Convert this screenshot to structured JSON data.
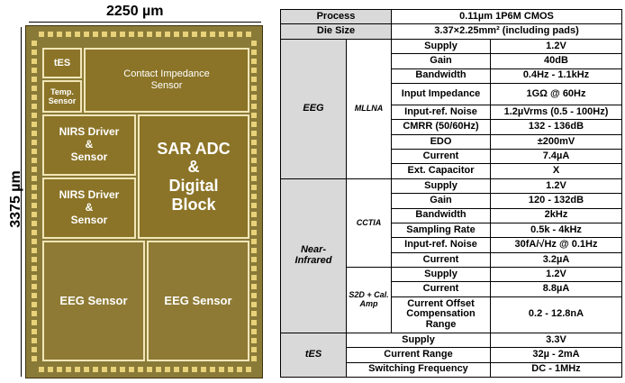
{
  "chip": {
    "width_label": "2250 µm",
    "height_label": "3375 µm",
    "blocks": {
      "tes": "tES",
      "temp_l1": "Temp.",
      "temp_l2": "Sensor",
      "contact_l1": "Contact Impedance",
      "contact_l2": "Sensor",
      "nirs1_l1": "NIRS Driver",
      "nirs1_l2": "&",
      "nirs1_l3": "Sensor",
      "nirs2_l1": "NIRS Driver",
      "nirs2_l2": "&",
      "nirs2_l3": "Sensor",
      "sar_l1": "SAR ADC",
      "sar_l2": "&",
      "sar_l3": "Digital",
      "sar_l4": "Block",
      "eeg1": "EEG Sensor",
      "eeg2": "EEG Sensor"
    }
  },
  "table": {
    "process_label": "Process",
    "process_value": "0.11µm 1P6M CMOS",
    "die_label": "Die Size",
    "die_value": "3.37×2.25mm² (including pads)",
    "eeg": {
      "category": "EEG",
      "sub": "MLLNA",
      "rows": [
        {
          "param": "Supply",
          "value": "1.2V"
        },
        {
          "param": "Gain",
          "value": "40dB"
        },
        {
          "param": "Bandwidth",
          "value": "0.4Hz - 1.1kHz"
        },
        {
          "param": "Input Impedance",
          "value": "1GΩ @ 60Hz"
        },
        {
          "param": "Input-ref. Noise",
          "value": "1.2µVrms (0.5 - 100Hz)"
        },
        {
          "param": "CMRR (50/60Hz)",
          "value": "132 - 136dB"
        },
        {
          "param": "EDO",
          "value": "±200mV"
        },
        {
          "param": "Current",
          "value": "7.4µA"
        },
        {
          "param": "Ext. Capacitor",
          "value": "X"
        }
      ]
    },
    "nir": {
      "category": "Near-Infrared",
      "sub1": "CCTIA",
      "rows1": [
        {
          "param": "Supply",
          "value": "1.2V"
        },
        {
          "param": "Gain",
          "value": "120 - 132dB"
        },
        {
          "param": "Bandwidth",
          "value": "2kHz"
        },
        {
          "param": "Sampling Rate",
          "value": "0.5k - 4kHz"
        },
        {
          "param": "Input-ref. Noise",
          "value": "30fA/√Hz @ 0.1Hz"
        },
        {
          "param": "Current",
          "value": "3.2µA"
        }
      ],
      "sub2": "S2D + Cal. Amp",
      "rows2": [
        {
          "param": "Supply",
          "value": "1.2V"
        },
        {
          "param": "Current",
          "value": "8.8µA"
        },
        {
          "param": "Current Offset Compensation Range",
          "value": "0.2 - 12.8nA"
        }
      ]
    },
    "tes": {
      "category": "tES",
      "rows": [
        {
          "param": "Supply",
          "value": "3.3V"
        },
        {
          "param": "Current Range",
          "value": "32µ - 2mA"
        },
        {
          "param": "Switching Frequency",
          "value": "DC - 1MHz"
        }
      ]
    }
  }
}
